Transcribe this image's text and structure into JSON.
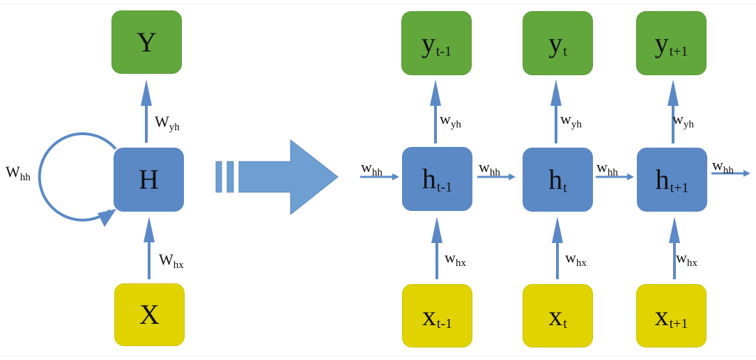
{
  "colors": {
    "output_node": "#62a73c",
    "hidden_node": "#5b89c6",
    "input_node": "#e1d300",
    "arrow": "#5b89c6",
    "unfold_arrow": "#6e9fd2"
  },
  "folded": {
    "output": {
      "main": "Y",
      "sub": ""
    },
    "hidden": {
      "main": "H",
      "sub": ""
    },
    "input": {
      "main": "X",
      "sub": ""
    },
    "w_yh": {
      "main": "W",
      "sub": "yh"
    },
    "w_hx": {
      "main": "W",
      "sub": "hx"
    },
    "w_hh": {
      "main": "W",
      "sub": "hh"
    }
  },
  "unfold_arrow": {
    "icon": "unfold-arrow-icon"
  },
  "unfolded": {
    "steps": [
      {
        "output": {
          "main": "y",
          "sub": "t-1"
        },
        "hidden": {
          "main": "h",
          "sub": "t-1"
        },
        "input": {
          "main": "x",
          "sub": "t-1"
        },
        "w_yh": {
          "main": "w",
          "sub": "yh"
        },
        "w_hx": {
          "main": "w",
          "sub": "hx"
        },
        "w_hh_in": {
          "main": "w",
          "sub": "hh"
        }
      },
      {
        "output": {
          "main": "y",
          "sub": "t"
        },
        "hidden": {
          "main": "h",
          "sub": "t"
        },
        "input": {
          "main": "x",
          "sub": "t"
        },
        "w_yh": {
          "main": "w",
          "sub": "yh"
        },
        "w_hx": {
          "main": "w",
          "sub": "hx"
        },
        "w_hh_in": {
          "main": "w",
          "sub": "hh"
        }
      },
      {
        "output": {
          "main": "y",
          "sub": "t+1"
        },
        "hidden": {
          "main": "h",
          "sub": "t+1"
        },
        "input": {
          "main": "x",
          "sub": "t+1"
        },
        "w_yh": {
          "main": "w",
          "sub": "yh"
        },
        "w_hx": {
          "main": "w",
          "sub": "hx"
        },
        "w_hh_in": {
          "main": "w",
          "sub": "hh"
        }
      }
    ],
    "w_hh_out": {
      "main": "w",
      "sub": "hh"
    }
  }
}
